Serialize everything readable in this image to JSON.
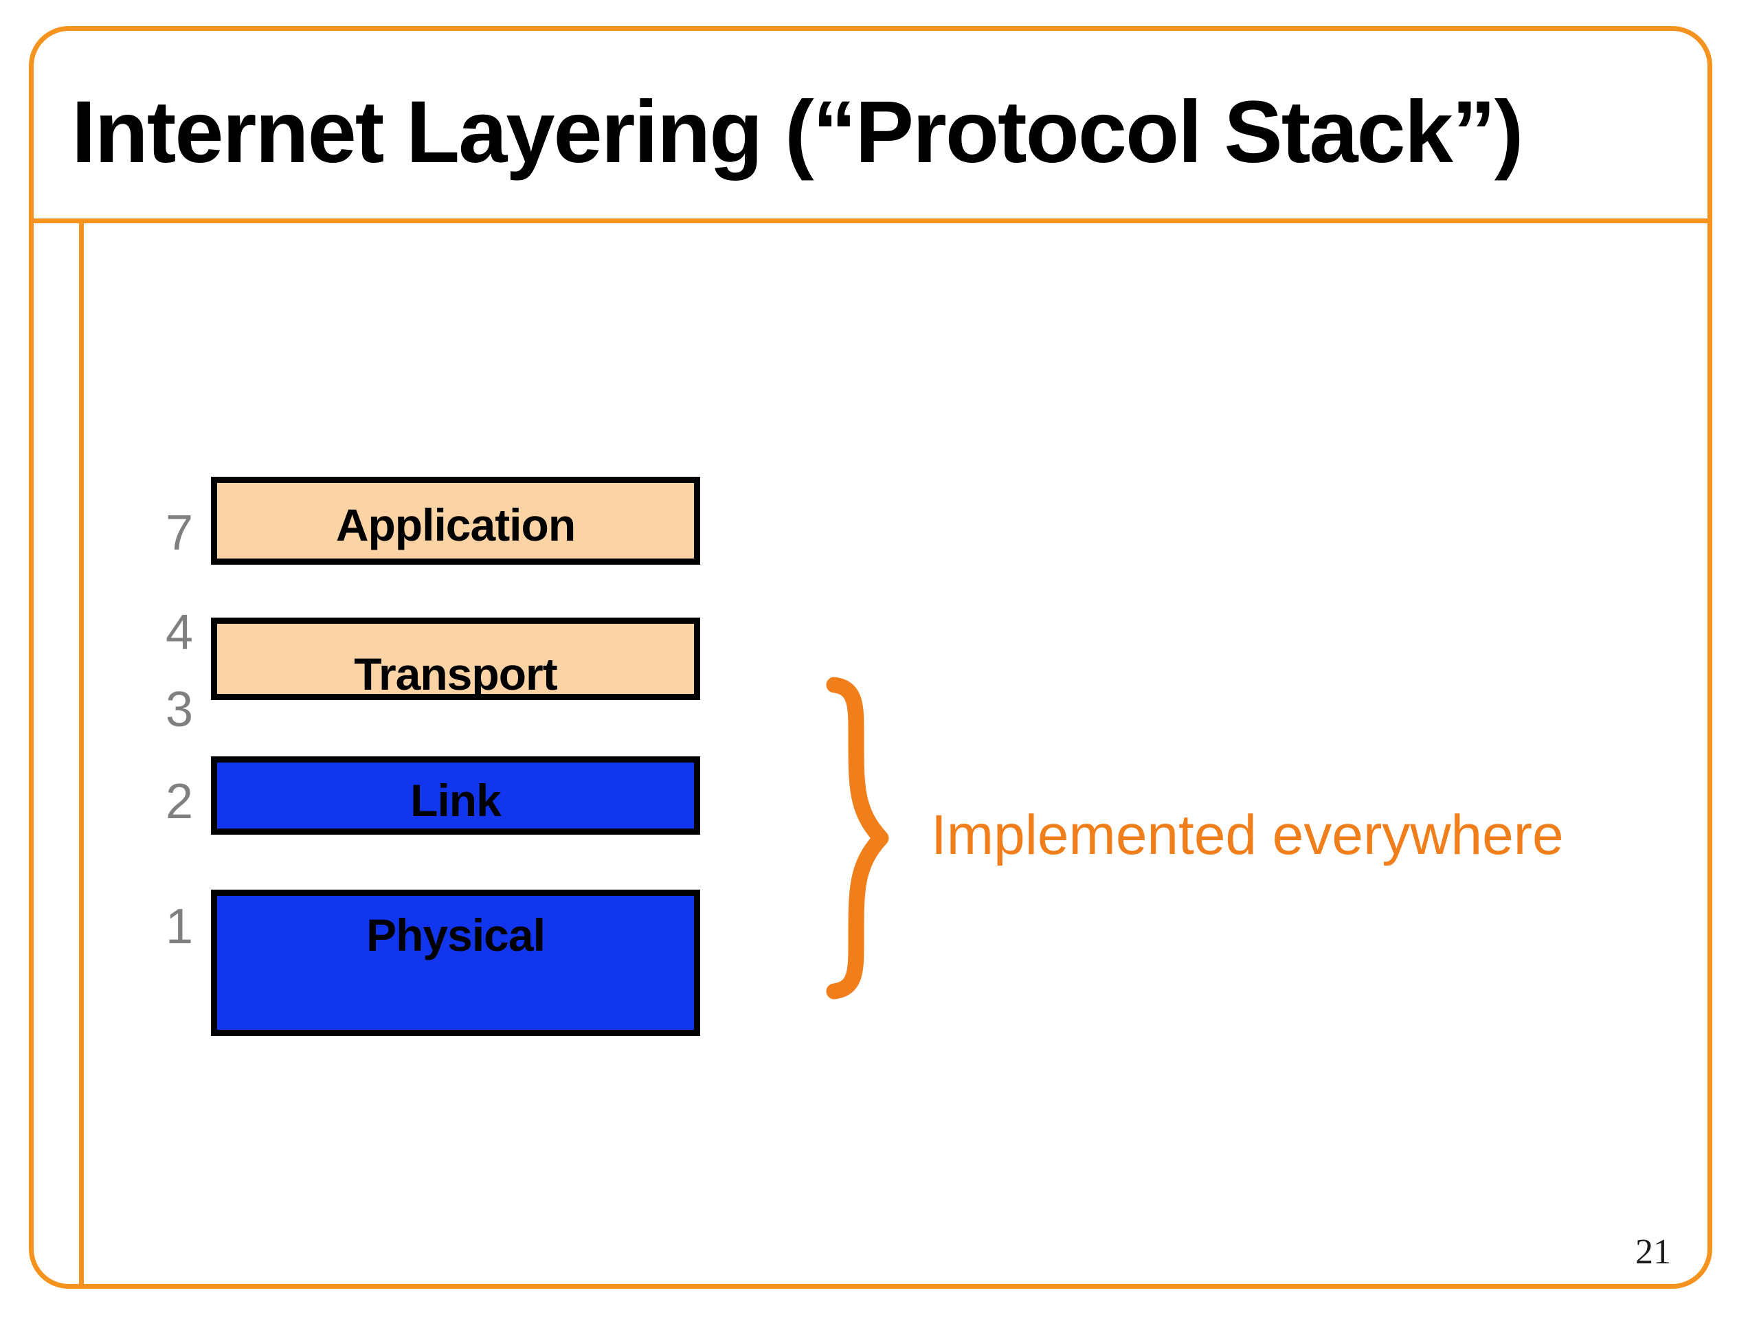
{
  "slide": {
    "title": "Internet Layering (“Protocol Stack”)",
    "page_number": "21",
    "frame_color": "#F6921E",
    "background": "#ffffff"
  },
  "stack": {
    "layers": [
      {
        "id": "application",
        "label": "Application",
        "numbers": [
          "7"
        ],
        "fill": "#FBD3A4",
        "border": "#000000",
        "text_color": "#000000"
      },
      {
        "id": "transport",
        "label": "Transport",
        "numbers": [
          "4",
          "3"
        ],
        "fill": "#FBD3A4",
        "border": "#000000",
        "text_color": "#000000"
      },
      {
        "id": "link",
        "label": "Link",
        "numbers": [
          "2"
        ],
        "fill": "#1136EE",
        "border": "#000000",
        "text_color": "#000000"
      },
      {
        "id": "physical",
        "label": "Physical",
        "numbers": [
          "1"
        ],
        "fill": "#1136EE",
        "border": "#000000",
        "text_color": "#000000"
      }
    ]
  },
  "annotation": {
    "brace": "right-curly-brace",
    "text": "Implemented everywhere",
    "color": "#F07E1A"
  }
}
